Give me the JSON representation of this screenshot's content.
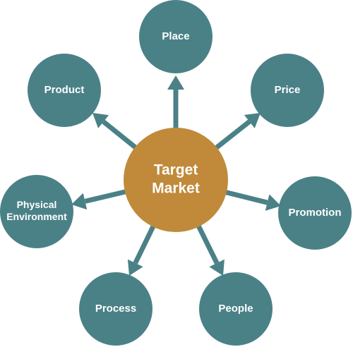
{
  "colors": {
    "node_fill": "#4a8187",
    "center_fill": "#c08a3a",
    "arrow": "#4a8187",
    "text": "#ffffff"
  },
  "center": {
    "lines": [
      "Target",
      "Market"
    ]
  },
  "nodes": [
    {
      "key": "place",
      "lines": [
        "Place"
      ]
    },
    {
      "key": "price",
      "lines": [
        "Price"
      ]
    },
    {
      "key": "promotion",
      "lines": [
        "Promotion"
      ]
    },
    {
      "key": "people",
      "lines": [
        "People"
      ]
    },
    {
      "key": "process",
      "lines": [
        "Process"
      ]
    },
    {
      "key": "physical-environment",
      "lines": [
        "Physical",
        "Environment"
      ]
    },
    {
      "key": "product",
      "lines": [
        "Product"
      ]
    }
  ]
}
